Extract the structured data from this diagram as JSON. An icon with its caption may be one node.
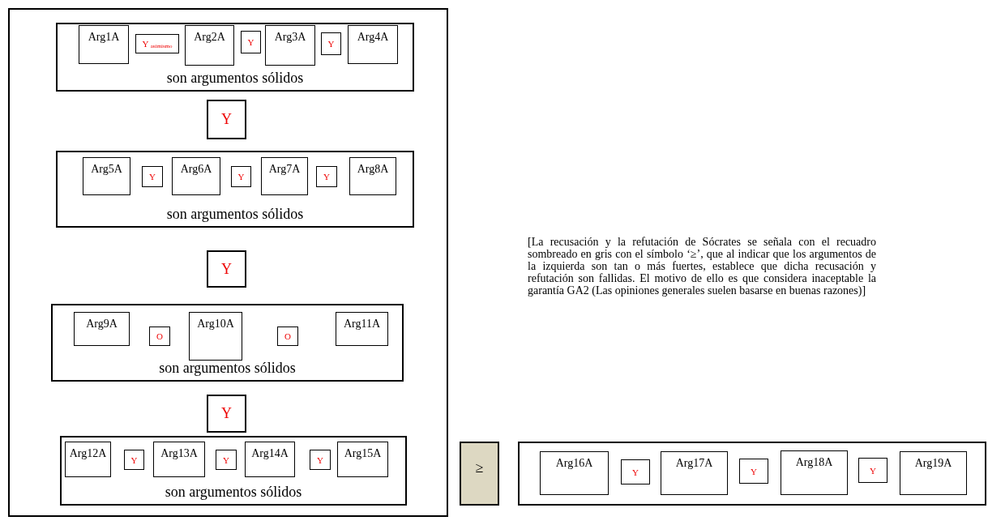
{
  "diagram": {
    "nodes": [
      {
        "text": [],
        "shape": "box"
      },
      {
        "text": [
          "son argumentos sólidos"
        ],
        "in": 0
      },
      {
        "text": [
          "Arg1A"
        ],
        "in": 1
      },
      {
        "text": [
          "Y $_{asimismo}$"
        ],
        "in": 1
      },
      {
        "text": [
          "Arg2A"
        ],
        "in": 1
      },
      {
        "text": [
          "Y"
        ],
        "in": 1
      },
      {
        "text": [
          "Arg3A"
        ],
        "in": 1
      },
      {
        "text": [
          "Y"
        ],
        "in": 1
      },
      {
        "text": [
          "Arg4A"
        ],
        "in": 1
      },
      {
        "text": [
          "Y"
        ],
        "in": 0
      },
      {
        "text": [
          "son argumentos sólidos"
        ],
        "in": 0
      },
      {
        "text": [
          "Arg5A"
        ],
        "in": 10
      },
      {
        "text": [
          "Y"
        ],
        "in": 10
      },
      {
        "text": [
          "Arg6A"
        ],
        "in": 10
      },
      {
        "text": [
          "Y"
        ],
        "in": 10
      },
      {
        "text": [
          "Arg7A"
        ],
        "in": 10
      },
      {
        "text": [
          "Y"
        ],
        "in": 10
      },
      {
        "text": [
          "Arg8A"
        ],
        "in": 10
      },
      {
        "text": [
          "Y"
        ],
        "in": 0
      },
      {
        "text": [
          "son argumentos sólidos"
        ],
        "in": 0
      },
      {
        "text": [
          "Arg9A"
        ],
        "in": 19
      },
      {
        "text": [
          "O"
        ],
        "in": 19
      },
      {
        "text": [
          "Arg10A"
        ],
        "in": 19
      },
      {
        "text": [
          "O"
        ],
        "in": 19
      },
      {
        "text": [
          "Arg11A"
        ],
        "in": 19
      },
      {
        "text": [
          "Y"
        ],
        "in": 0
      },
      {
        "text": [
          "son argumentos sólidos"
        ],
        "in": 0
      },
      {
        "text": [
          "Arg12A"
        ],
        "in": 26
      },
      {
        "text": [
          "Y"
        ],
        "in": 26
      },
      {
        "text": [
          "Arg13A"
        ],
        "in": 26
      },
      {
        "text": [
          "Y"
        ],
        "in": 26
      },
      {
        "text": [
          "Arg14A"
        ],
        "in": 26
      },
      {
        "text": [
          "Y"
        ],
        "in": 26
      },
      {
        "text": [
          "Arg15A"
        ],
        "in": 26
      },
      {
        "text": [
          "≥"
        ]
      },
      {
        "text": [],
        "shape": "box"
      },
      {
        "text": [
          "Arg16A"
        ],
        "in": 35
      },
      {
        "text": [
          "Y"
        ],
        "in": 35
      },
      {
        "text": [
          "Arg17A"
        ],
        "in": 35
      },
      {
        "text": [
          "Y"
        ],
        "in": 35
      },
      {
        "text": [
          "Arg18A"
        ],
        "in": 35
      },
      {
        "text": [
          "Y"
        ],
        "in": 35
      },
      {
        "text": [
          "Arg19A"
        ],
        "in": 35
      }
    ],
    "labels": [
      "[La recusación y la refutación de Sócrates se señala con el recuadro sombreado en gris con el símbolo ‘≥’, que al indicar que los argumentos de la izquierda son tan o más fuertes, establece que dicha recusación y refutación son fallidas. El motivo de ello es que considera inaceptable la garantía GA2 (Las opiniones generales suelen basarse en buenas razones)]"
    ]
  }
}
